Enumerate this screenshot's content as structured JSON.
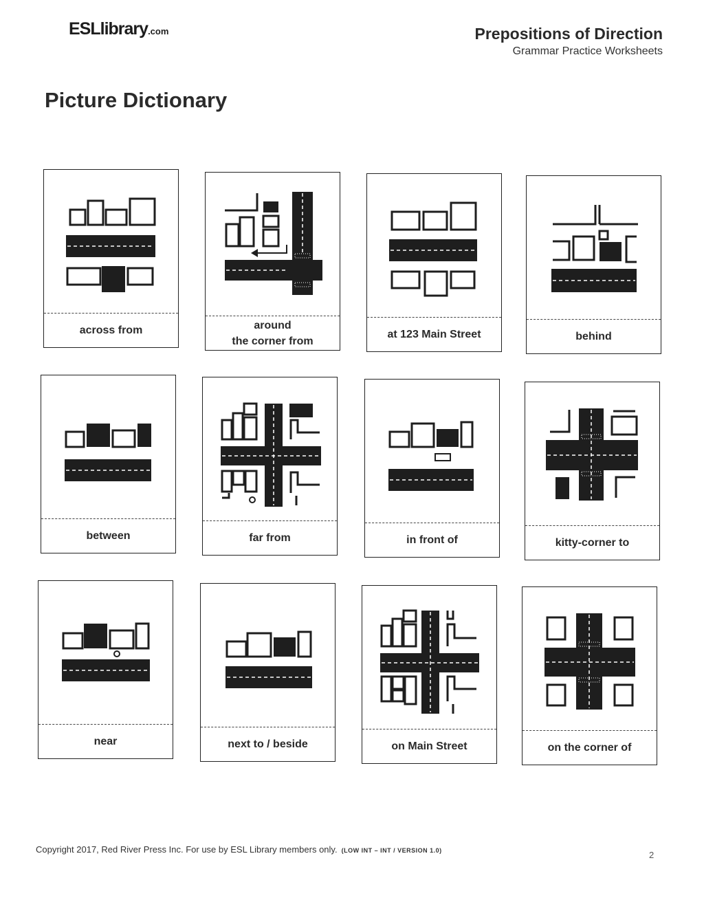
{
  "header": {
    "logo_text": "ESLlibrary",
    "logo_suffix": ".com",
    "title": "Prepositions of Direction",
    "subtitle": "Grammar Practice Worksheets"
  },
  "page_title": "Picture Dictionary",
  "cards": [
    {
      "label": "across from",
      "icon": "across-from-illustration"
    },
    {
      "label": "around\nthe corner from",
      "icon": "around-the-corner-illustration"
    },
    {
      "label": "at 123 Main Street",
      "icon": "at-address-illustration"
    },
    {
      "label": "behind",
      "icon": "behind-illustration"
    },
    {
      "label": "between",
      "icon": "between-illustration"
    },
    {
      "label": "far from",
      "icon": "far-from-illustration"
    },
    {
      "label": "in front of",
      "icon": "in-front-of-illustration"
    },
    {
      "label": "kitty-corner to",
      "icon": "kitty-corner-illustration"
    },
    {
      "label": "near",
      "icon": "near-illustration"
    },
    {
      "label": "next to / beside",
      "icon": "next-to-illustration"
    },
    {
      "label": "on Main Street",
      "icon": "on-street-illustration"
    },
    {
      "label": "on the corner of",
      "icon": "on-the-corner-illustration"
    }
  ],
  "footer": {
    "copyright": "Copyright 2017, Red River Press Inc. For use by ESL Library members only.",
    "meta": "(LOW INT – INT / VERSION 1.0)",
    "page_number": "2"
  },
  "colors": {
    "ink": "#222222",
    "road": "#1e1e1e",
    "paper": "#ffffff"
  }
}
